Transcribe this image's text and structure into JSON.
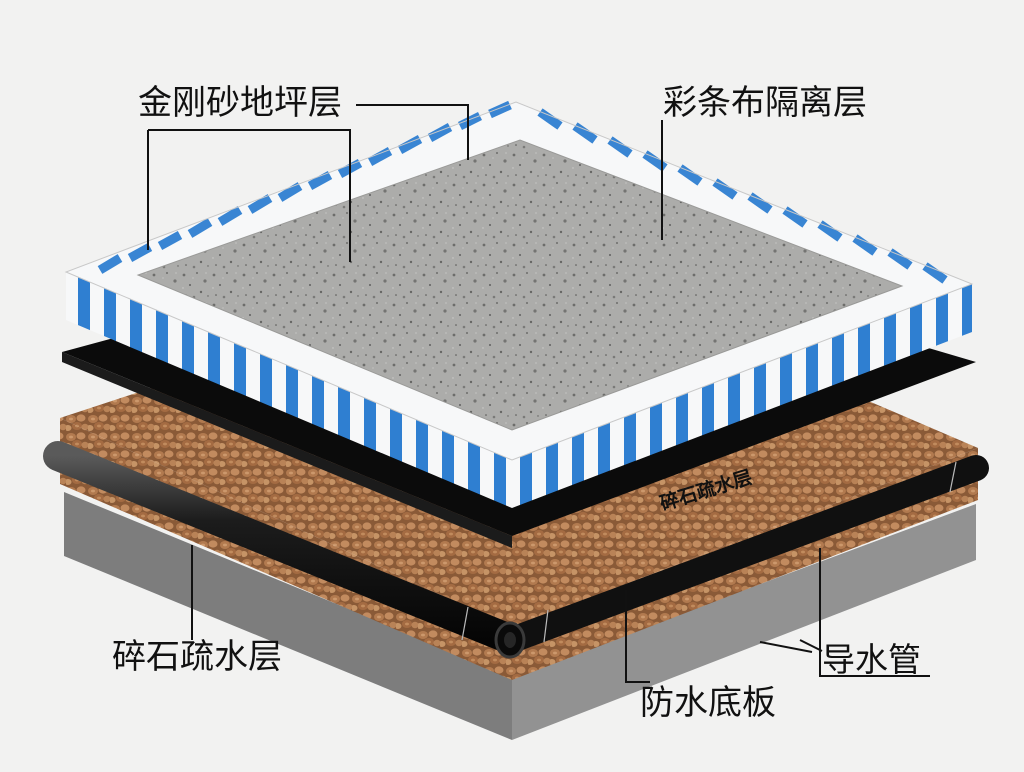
{
  "labels": {
    "top_left": "金刚砂地坪层",
    "top_right": "彩条布隔离层",
    "gravel_left": "碎石疏水层",
    "gravel_inline": "碎石疏水层",
    "pipe": "导水管",
    "base": "防水底板"
  },
  "watermark": "",
  "colors": {
    "background": "#f2f2f1",
    "concrete": "#a9a9a7",
    "stripe_blue": "#2f7fd1",
    "stripe_white": "#f7f8f9",
    "membrane": "#0b0b0b",
    "gravel": "#a86f46",
    "base_slab": "#8c8c8c",
    "pipe": "#121212",
    "leader": "#111111"
  }
}
